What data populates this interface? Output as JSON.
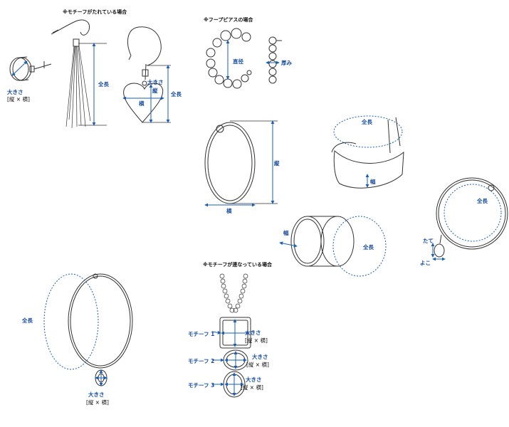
{
  "notes": {
    "dangling": "※モチーフがたれている場合",
    "hoop_pierce": "※フープピアスの場合",
    "multi_motif": "※モチーフが連なっている場合"
  },
  "labels": {
    "size": "大きさ",
    "size_dims": "[縦 × 横]",
    "total_length": "全長",
    "vertical": "縦",
    "horizontal": "横",
    "diameter": "直径",
    "thickness": "厚み",
    "width": "幅",
    "tate": "たて",
    "yoko": "よこ",
    "motif1": "モチーフ 1",
    "motif2": "モチーフ 2",
    "motif3": "モチーフ 3"
  },
  "colors": {
    "dimension": "#1a5fb4",
    "label": "#1a4fa0",
    "line": "#333333"
  }
}
